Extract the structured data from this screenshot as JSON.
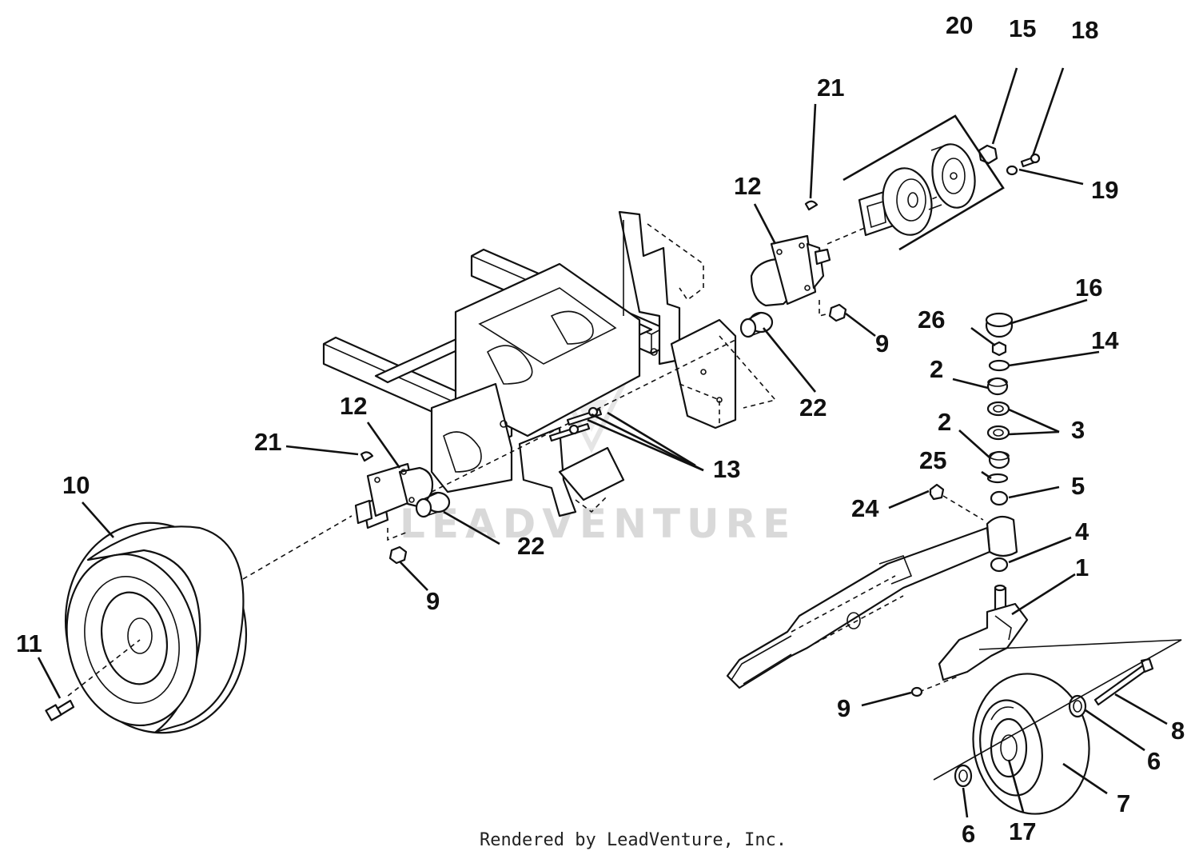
{
  "diagram": {
    "watermark": "LEADVENTURE",
    "footer": "Rendered by LeadVenture, Inc.",
    "callouts": {
      "c20": "20",
      "c15": "15",
      "c18": "18",
      "c21a": "21",
      "c19": "19",
      "c12a": "12",
      "c16": "16",
      "c9a": "9",
      "c26": "26",
      "c14": "14",
      "c22a": "22",
      "c2a": "2",
      "c3": "3",
      "c2b": "2",
      "c12b": "12",
      "c21b": "21",
      "c25": "25",
      "c13": "13",
      "c5": "5",
      "c10": "10",
      "c24": "24",
      "c4": "4",
      "c22b": "22",
      "c1": "1",
      "c9b": "9",
      "c11": "11",
      "c9c": "9",
      "c8": "8",
      "c6a": "6",
      "c7": "7",
      "c6b": "6",
      "c17": "17"
    }
  }
}
